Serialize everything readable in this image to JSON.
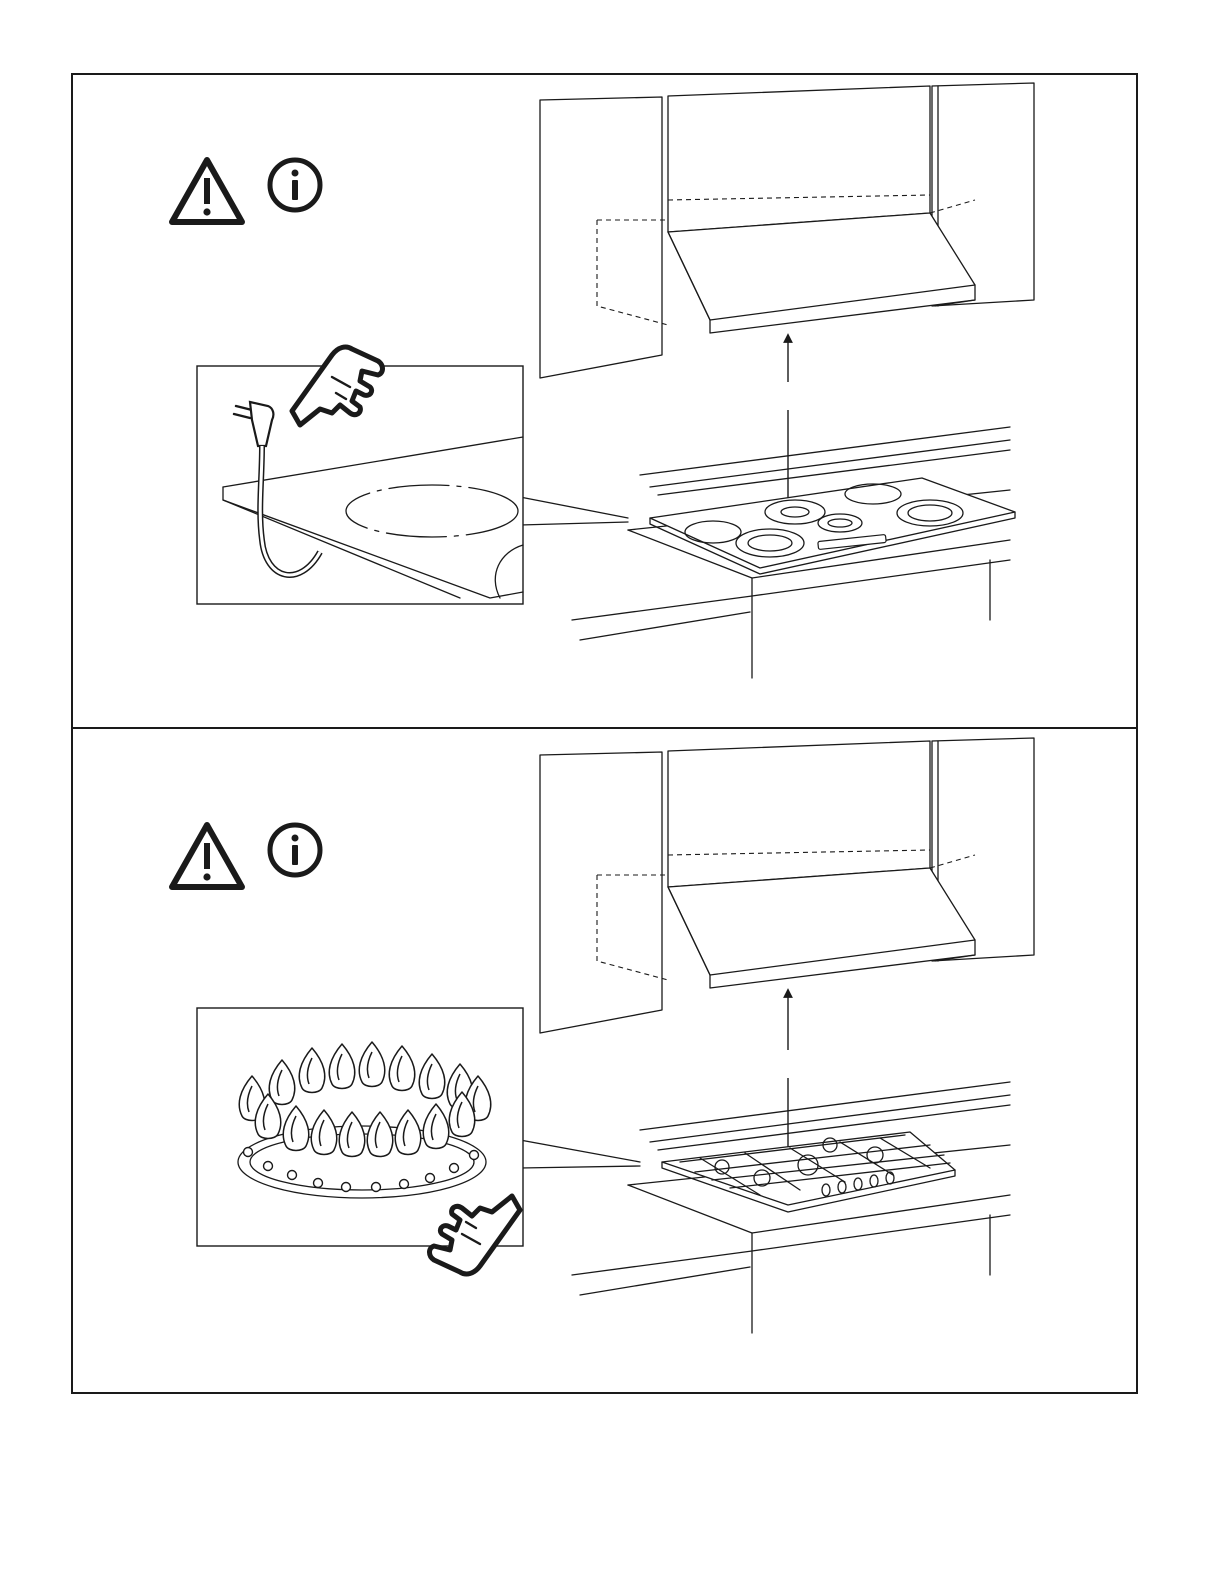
{
  "colors": {
    "ink": "#1a1a1a",
    "paper": "#ffffff"
  },
  "panels": [
    {
      "name": "electric-hob-panel",
      "symbols": [
        "warning-triangle-icon",
        "info-icon"
      ],
      "callout": {
        "content": [
          "plug-icon",
          "pointing-hand-icon",
          "countertop-cutout"
        ]
      },
      "appliance": "electric-cooktop"
    },
    {
      "name": "gas-hob-panel",
      "symbols": [
        "warning-triangle-icon",
        "info-icon"
      ],
      "callout": {
        "content": [
          "gas-flame-ring",
          "pointing-hand-icon"
        ]
      },
      "appliance": "gas-cooktop"
    }
  ]
}
